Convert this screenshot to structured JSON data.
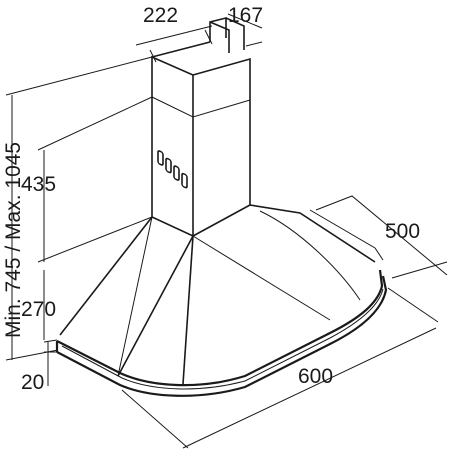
{
  "diagram": {
    "colors": {
      "ink": "#1a1a1a",
      "background": "#ffffff"
    },
    "dimensions": {
      "chimney_width": "222",
      "chimney_depth": "167",
      "total_height": "Min. 745 / Max. 1045",
      "chimney_height": "435",
      "canopy_height": "270",
      "rim_height": "20",
      "hood_depth": "500",
      "hood_width": "600"
    }
  }
}
